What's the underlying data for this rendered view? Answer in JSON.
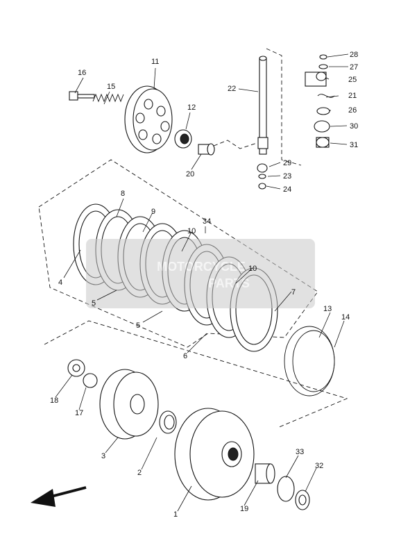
{
  "diagram": {
    "watermark": {
      "line1": "MOTORCYCLE",
      "line2": "PARTS"
    },
    "labels": [
      {
        "id": "1",
        "text": "1"
      },
      {
        "id": "2",
        "text": "2"
      },
      {
        "id": "3",
        "text": "3"
      },
      {
        "id": "4",
        "text": "4"
      },
      {
        "id": "5a",
        "text": "5"
      },
      {
        "id": "5b",
        "text": "5"
      },
      {
        "id": "6",
        "text": "6"
      },
      {
        "id": "7",
        "text": "7"
      },
      {
        "id": "8",
        "text": "8"
      },
      {
        "id": "9",
        "text": "9"
      },
      {
        "id": "10a",
        "text": "10"
      },
      {
        "id": "10b",
        "text": "10"
      },
      {
        "id": "11",
        "text": "11"
      },
      {
        "id": "12",
        "text": "12"
      },
      {
        "id": "13",
        "text": "13"
      },
      {
        "id": "14",
        "text": "14"
      },
      {
        "id": "15",
        "text": "15"
      },
      {
        "id": "16",
        "text": "16"
      },
      {
        "id": "17",
        "text": "17"
      },
      {
        "id": "18",
        "text": "18"
      },
      {
        "id": "19",
        "text": "19"
      },
      {
        "id": "20",
        "text": "20"
      },
      {
        "id": "21",
        "text": "21"
      },
      {
        "id": "22",
        "text": "22"
      },
      {
        "id": "23",
        "text": "23"
      },
      {
        "id": "24",
        "text": "24"
      },
      {
        "id": "25",
        "text": "25"
      },
      {
        "id": "26",
        "text": "26"
      },
      {
        "id": "27",
        "text": "27"
      },
      {
        "id": "28",
        "text": "28"
      },
      {
        "id": "29",
        "text": "29"
      },
      {
        "id": "30",
        "text": "30"
      },
      {
        "id": "31",
        "text": "31"
      },
      {
        "id": "32",
        "text": "32"
      },
      {
        "id": "33",
        "text": "33"
      },
      {
        "id": "34",
        "text": "34"
      }
    ]
  }
}
